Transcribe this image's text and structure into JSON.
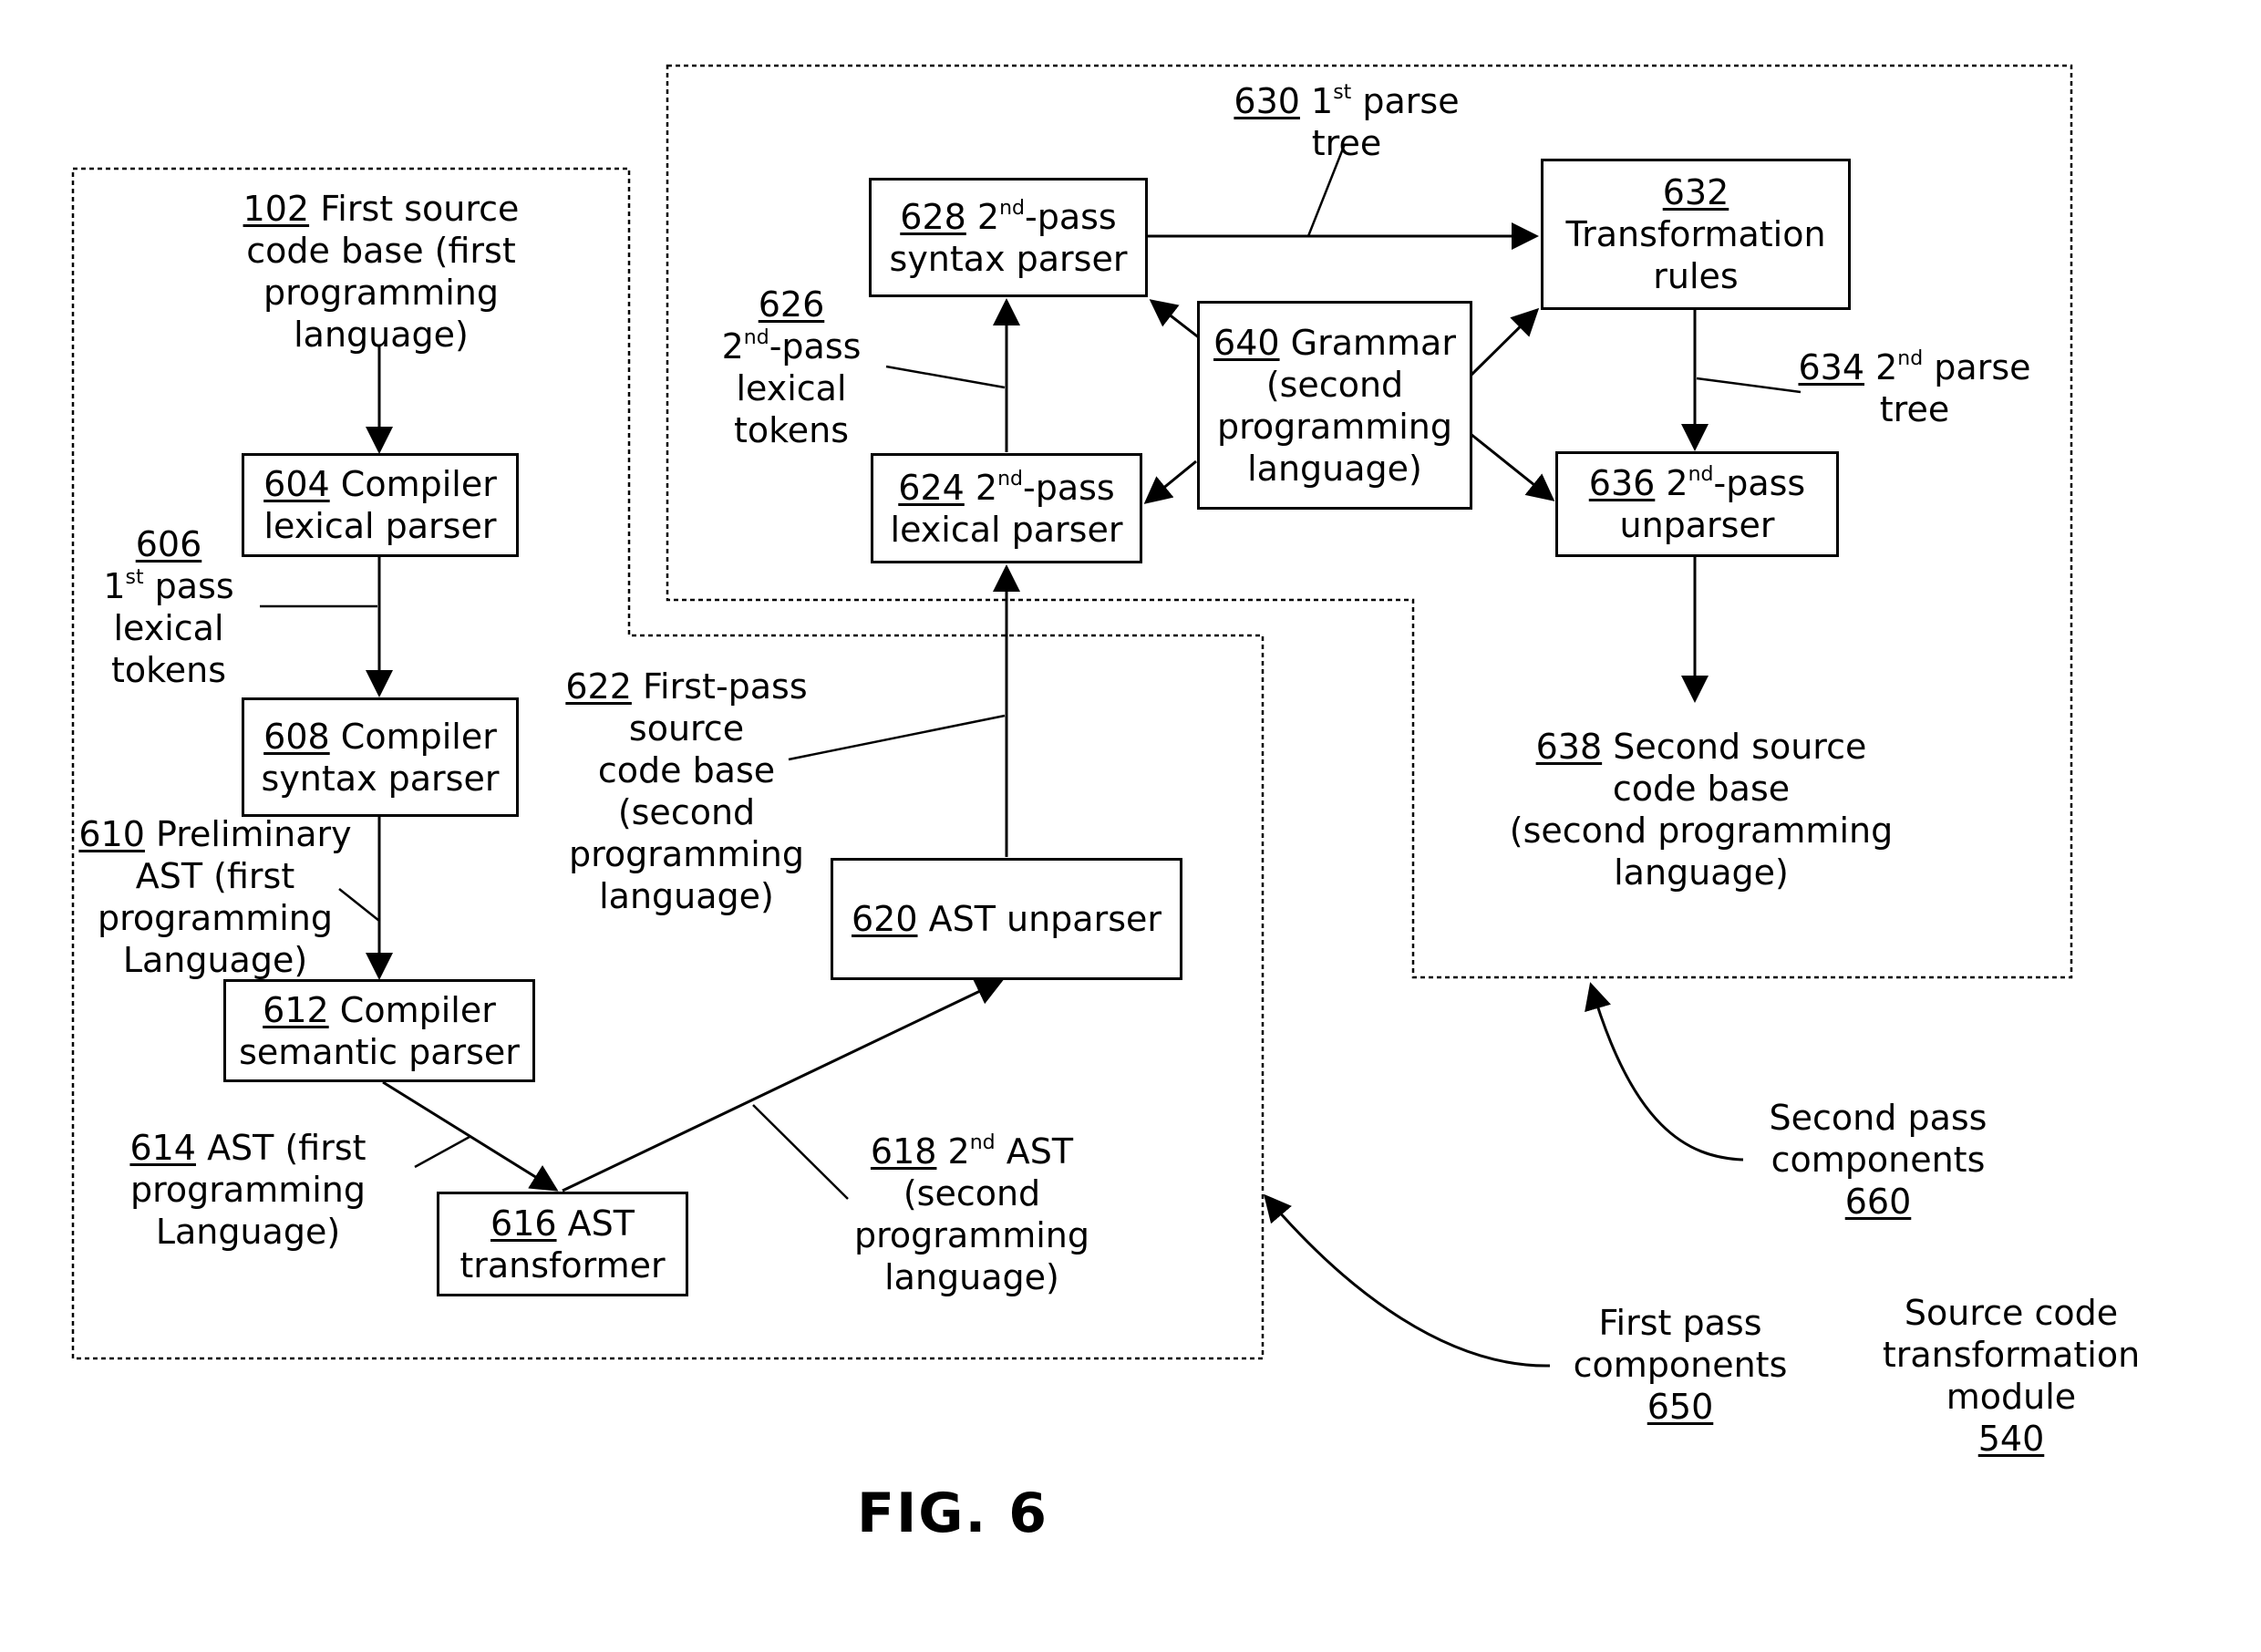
{
  "figure_title": "FIG. 6",
  "boxes": {
    "b604": {
      "ref": "604",
      "l1": "Compiler",
      "l2": "lexical parser"
    },
    "b608": {
      "ref": "608",
      "l1": "Compiler",
      "l2": "syntax parser"
    },
    "b612": {
      "ref": "612",
      "l1": "Compiler",
      "l2": "semantic parser"
    },
    "b616": {
      "ref": "616",
      "l1": "AST",
      "l2": "transformer"
    },
    "b620": {
      "ref": "620",
      "l1": "AST unparser"
    },
    "b624": {
      "ref": "624",
      "sup": "nd",
      "l1a": "2",
      "l1b": "-pass",
      "l2": "lexical parser"
    },
    "b628": {
      "ref": "628",
      "sup": "nd",
      "l1a": "2",
      "l1b": "-pass",
      "l2": "syntax parser"
    },
    "b632": {
      "ref": "632",
      "l1": "Transformation",
      "l2": "rules"
    },
    "b636": {
      "ref": "636",
      "sup": "nd",
      "l1a": "2",
      "l1b": "-pass",
      "l2": "unparser"
    },
    "b640": {
      "ref": "640",
      "l1": "Grammar",
      "l2": "(second",
      "l3": "programming",
      "l4": "language)"
    }
  },
  "labels": {
    "l102": {
      "ref": "102",
      "l1": "First source",
      "l2": "code base (first",
      "l3": "programming",
      "l4": "language)"
    },
    "l606": {
      "ref": "606",
      "l2a": "1",
      "l2sup": "st",
      "l2b": " pass",
      "l3": "lexical",
      "l4": "tokens"
    },
    "l610": {
      "ref": "610",
      "l1": "Preliminary",
      "l2": "AST (first",
      "l3": "programming",
      "l4": "Language)"
    },
    "l614": {
      "ref": "614",
      "l1": "AST (first",
      "l2": "programming",
      "l3": "Language)"
    },
    "l618": {
      "ref": "618",
      "l1a": "2",
      "l1sup": "nd",
      "l1b": " AST",
      "l2": "(second",
      "l3": "programming",
      "l4": "language)"
    },
    "l622": {
      "ref": "622",
      "l1": "First-pass",
      "l2": "source",
      "l3": "code base",
      "l4": "(second",
      "l5": "programming",
      "l6": "language)"
    },
    "l626": {
      "ref": "626",
      "l2a": "2",
      "l2sup": "nd",
      "l2b": "-pass",
      "l3": "lexical",
      "l4": "tokens"
    },
    "l630": {
      "ref": "630",
      "l1a": "1",
      "l1sup": "st",
      "l1b": " parse",
      "l2": "tree"
    },
    "l634": {
      "ref": "634",
      "l1a": "2",
      "l1sup": "nd",
      "l1b": " parse",
      "l2": "tree"
    },
    "l638": {
      "ref": "638",
      "l1": "Second source",
      "l2": "code base",
      "l3": "(second programming",
      "l4": "language)"
    },
    "l650": {
      "l1": "First pass",
      "l2": "components",
      "ref": "650"
    },
    "l660": {
      "l1": "Second pass",
      "l2": "components",
      "ref": "660"
    },
    "l540": {
      "l1": "Source code",
      "l2": "transformation",
      "l3": "module",
      "ref": "540"
    }
  }
}
